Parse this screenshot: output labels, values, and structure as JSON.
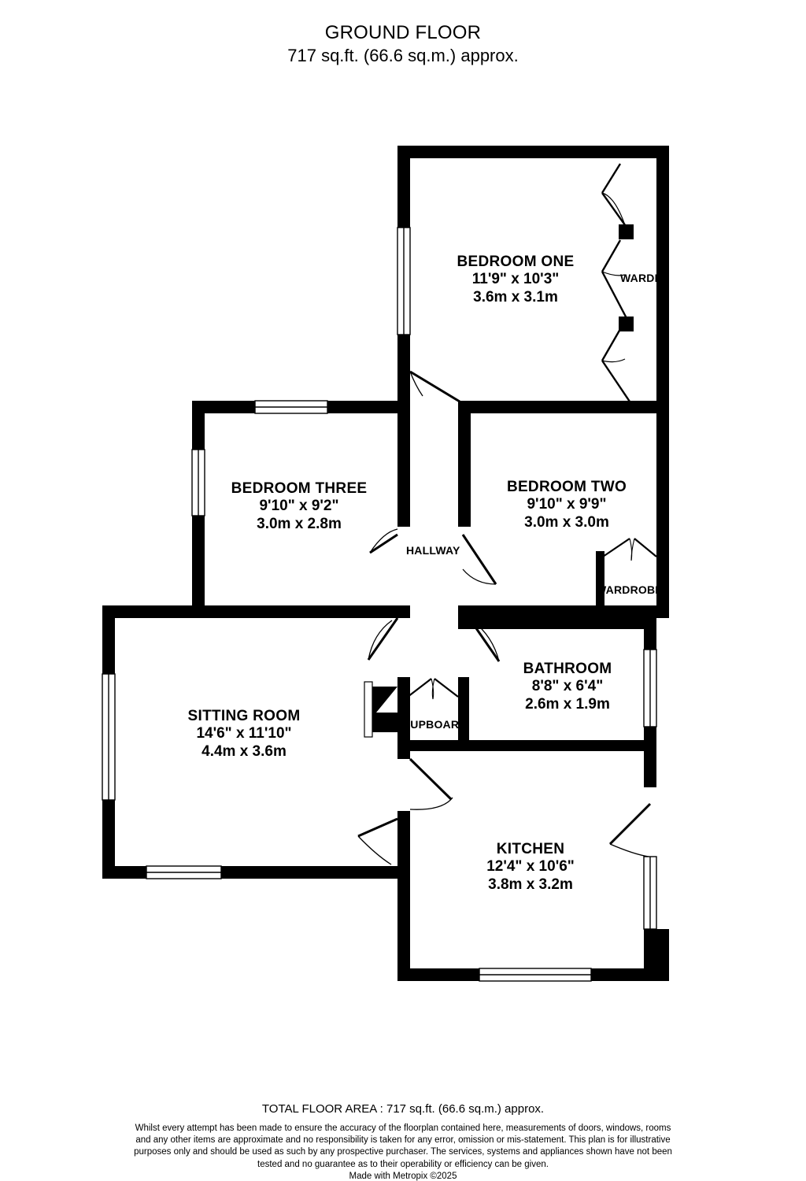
{
  "header": {
    "title": "GROUND FLOOR",
    "area": "717 sq.ft. (66.6 sq.m.) approx."
  },
  "rooms": [
    {
      "id": "bedroom-one",
      "name": "BEDROOM ONE",
      "dim_imperial": "11'9\"  x 10'3\"",
      "dim_metric": "3.6m  x 3.1m"
    },
    {
      "id": "bedroom-three",
      "name": "BEDROOM THREE",
      "dim_imperial": "9'10\"  x 9'2\"",
      "dim_metric": "3.0m  x 2.8m"
    },
    {
      "id": "bedroom-two",
      "name": "BEDROOM TWO",
      "dim_imperial": "9'10\"  x 9'9\"",
      "dim_metric": "3.0m  x 3.0m"
    },
    {
      "id": "sitting-room",
      "name": "SITTING ROOM",
      "dim_imperial": "14'6\"  x 11'10\"",
      "dim_metric": "4.4m  x 3.6m"
    },
    {
      "id": "bathroom",
      "name": "BATHROOM",
      "dim_imperial": "8'8\"  x 6'4\"",
      "dim_metric": "2.6m  x 1.9m"
    },
    {
      "id": "kitchen",
      "name": "KITCHEN",
      "dim_imperial": "12'4\"  x 10'6\"",
      "dim_metric": "3.8m  x 3.2m"
    }
  ],
  "annotations": {
    "hallway": "HALLWAY",
    "wardrobe_bedroom_one": "WARDROBE",
    "wardrobe_bedroom_two": "WARDROBE",
    "cupboard": "CUPBOARD"
  },
  "footer": {
    "total_area": "TOTAL FLOOR AREA : 717 sq.ft. (66.6 sq.m.) approx.",
    "disclaimer": "Whilst every attempt has been made to ensure the accuracy of the floorplan contained here, measurements of doors, windows, rooms and any other items are approximate and no responsibility is taken for any error, omission or mis-statement. This plan is for illustrative purposes only and should be used as such by any prospective purchaser. The services, systems and appliances shown have not been tested and no guarantee as to their operability or efficiency can be given.",
    "credit": "Made with Metropix ©2025"
  },
  "colors": {
    "wall": "#000000",
    "background": "#ffffff",
    "window_frame": "#000000",
    "text": "#000000"
  }
}
